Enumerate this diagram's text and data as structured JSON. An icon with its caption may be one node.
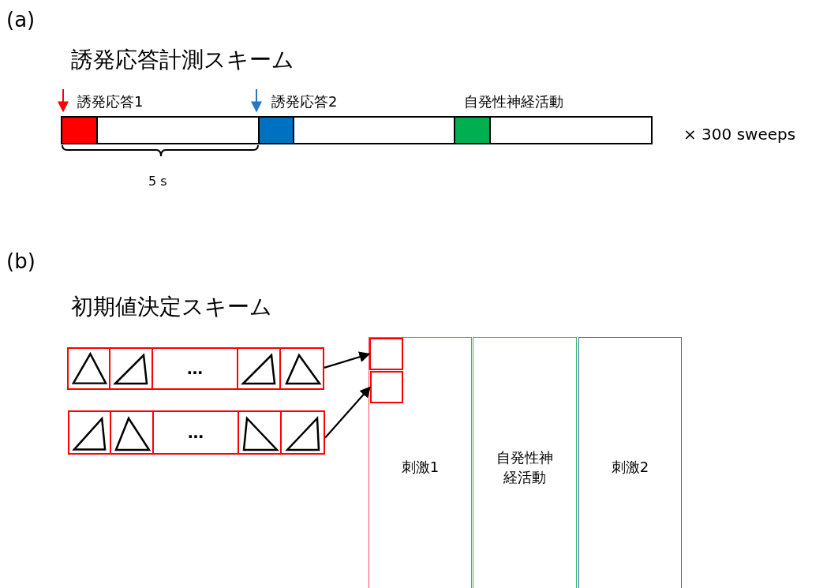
{
  "diagram": {
    "nodes": [
      {
        "text": [
          "…"
        ]
      },
      {
        "text": [
          "…"
        ]
      },
      {
        "text": [
          "刺激1"
        ]
      },
      {
        "text": [],
        "shape": "box",
        "in": 2
      },
      {
        "text": [],
        "shape": "box",
        "in": 2
      },
      {
        "text": [
          "自発性神経活動"
        ]
      },
      {
        "text": [
          "刺激2"
        ]
      }
    ],
    "edges": [
      {
        "from": 0,
        "to": 3,
        "arrow": "to"
      },
      {
        "from": 1,
        "to": 4,
        "arrow": "to"
      }
    ],
    "labels": [
      "(a)",
      "誘発応答計測スキーム",
      "誘発応答1",
      "誘発応答2",
      "自発性神経活動",
      "5 s",
      "× 300 sweeps",
      "(b)",
      "初期値決定スキーム"
    ]
  }
}
